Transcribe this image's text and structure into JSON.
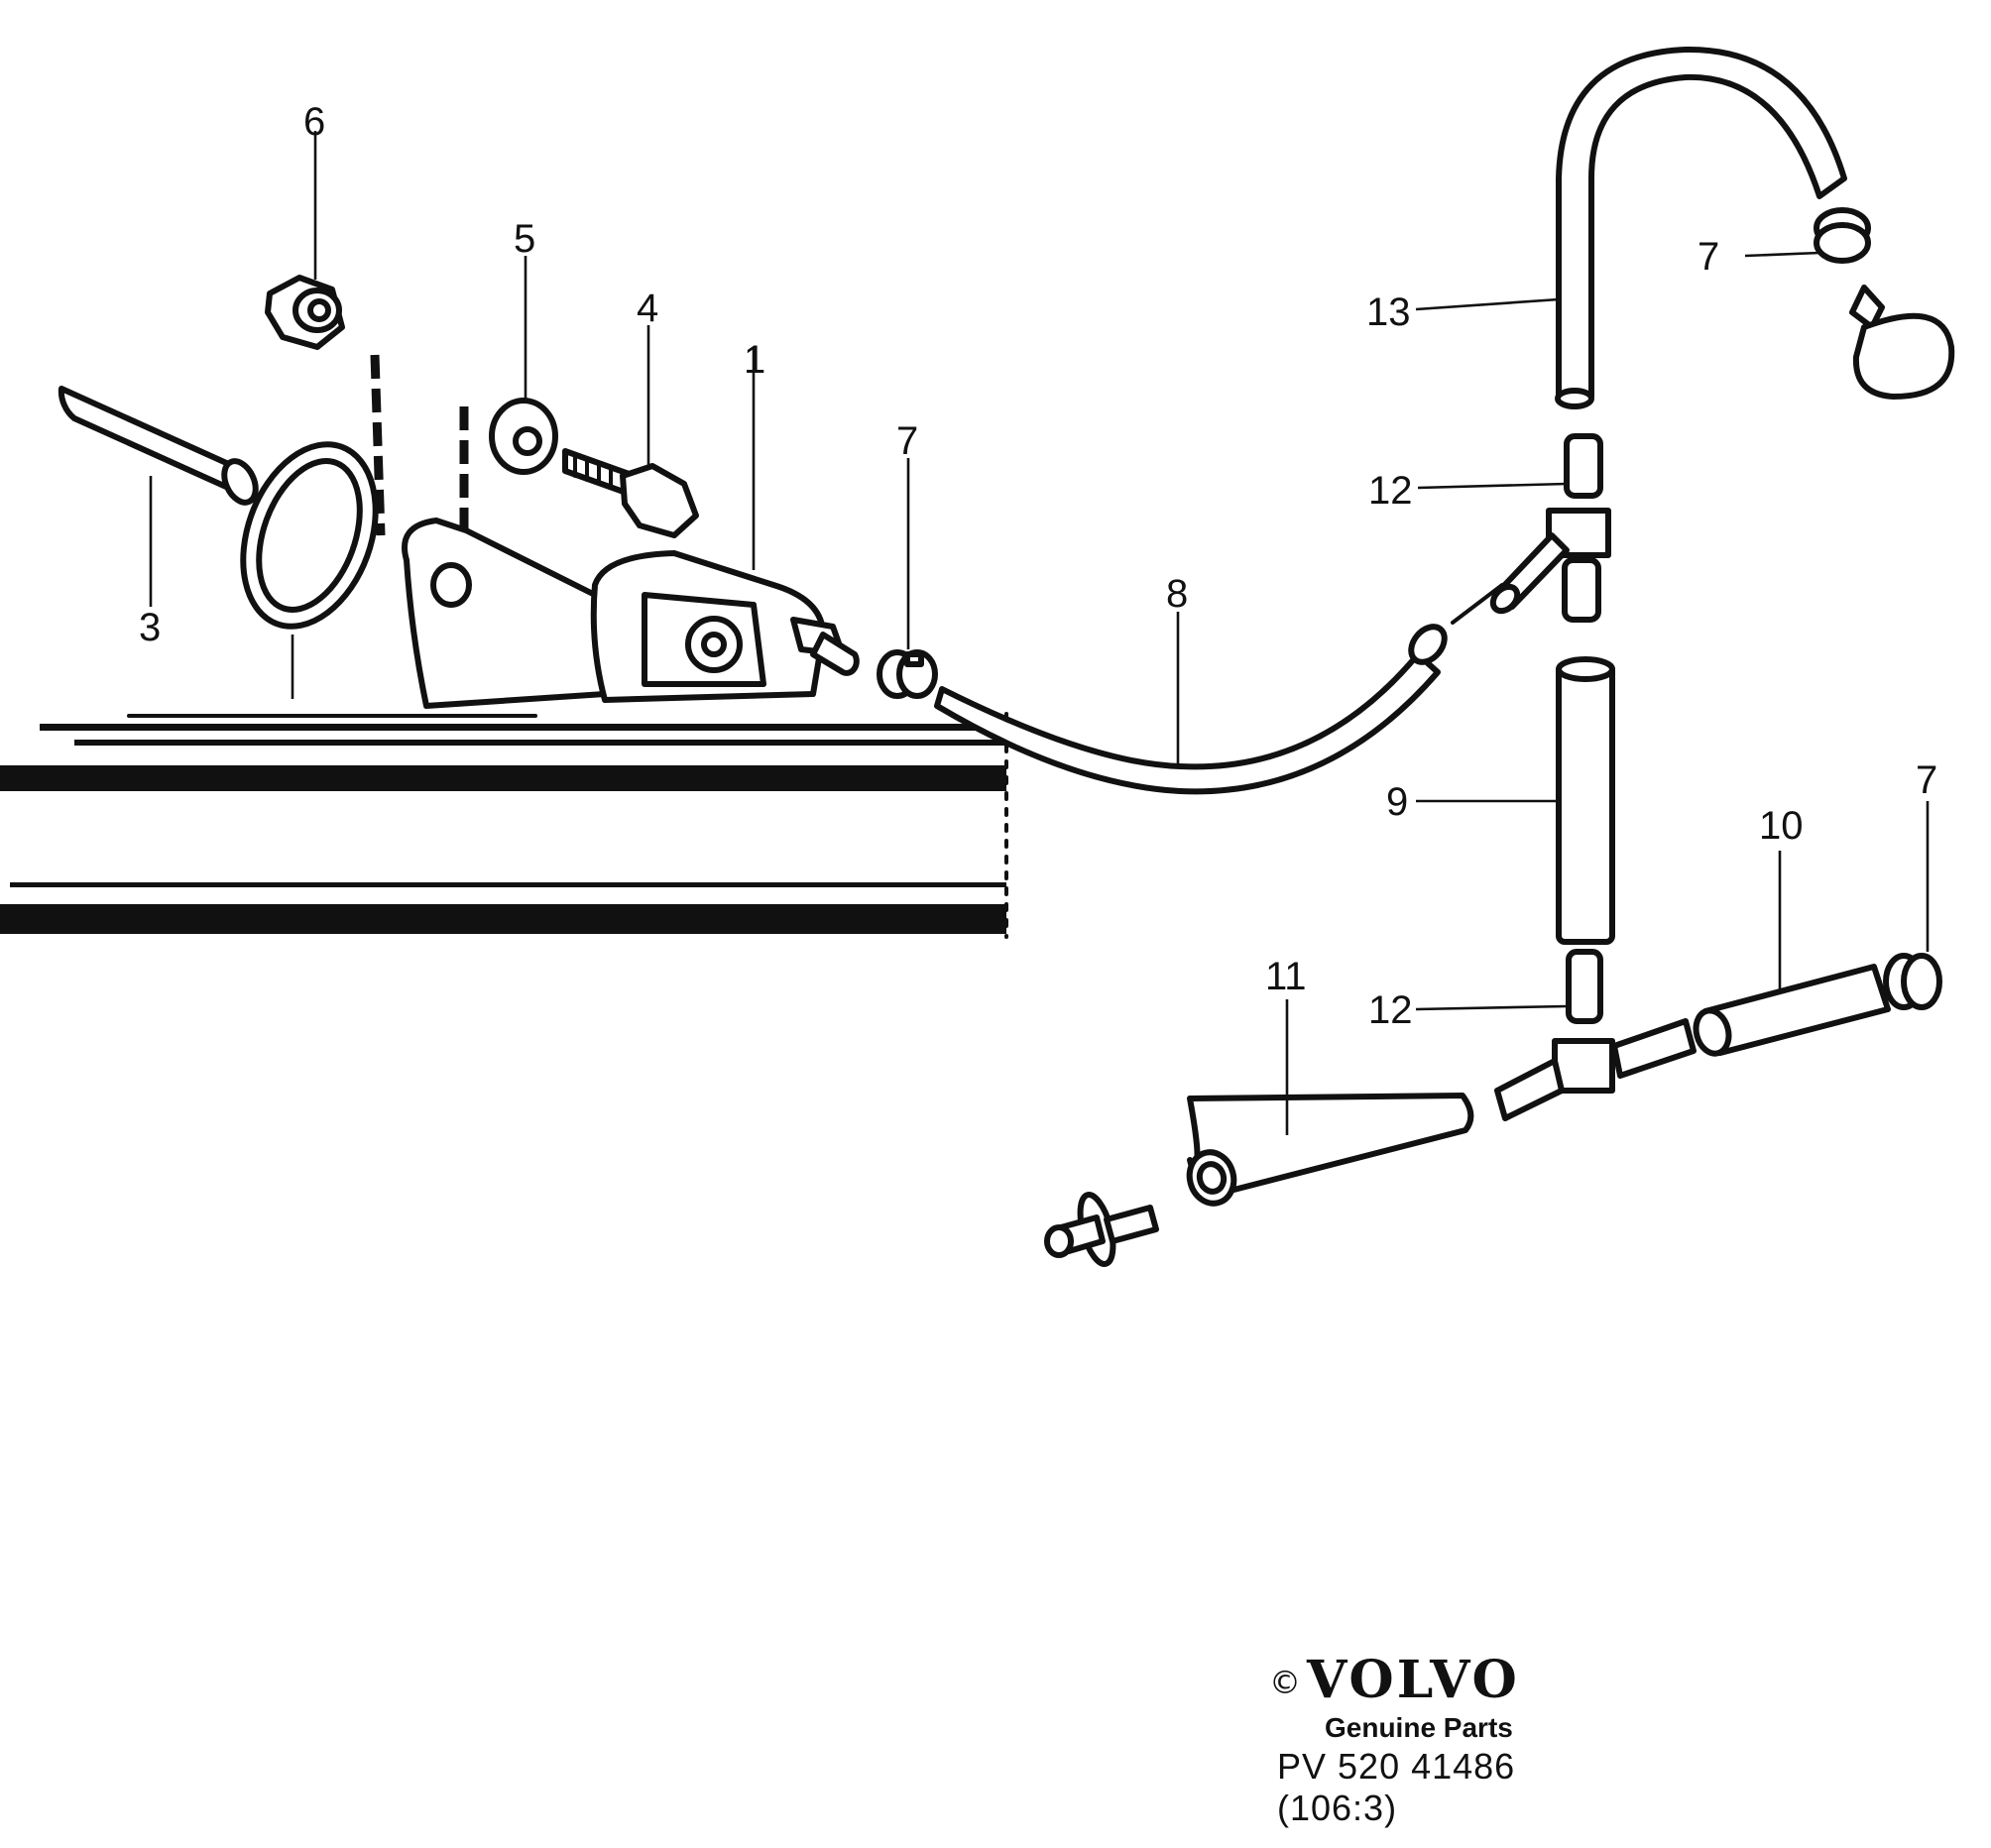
{
  "callouts": [
    {
      "id": "c6",
      "text": "6"
    },
    {
      "id": "c5",
      "text": "5"
    },
    {
      "id": "c4",
      "text": "4"
    },
    {
      "id": "c1",
      "text": "1"
    },
    {
      "id": "c3",
      "text": "3"
    },
    {
      "id": "c7a",
      "text": "7"
    },
    {
      "id": "c8",
      "text": "8"
    },
    {
      "id": "c13",
      "text": "13"
    },
    {
      "id": "c7b",
      "text": "7"
    },
    {
      "id": "c12a",
      "text": "12"
    },
    {
      "id": "c9",
      "text": "9"
    },
    {
      "id": "c10",
      "text": "10"
    },
    {
      "id": "c7c",
      "text": "7"
    },
    {
      "id": "c11",
      "text": "11"
    },
    {
      "id": "c12b",
      "text": "12"
    }
  ],
  "branding": {
    "copyright_symbol": "©",
    "logo": "VOLVO",
    "subtitle": "Genuine Parts",
    "reference": "PV 520  41486",
    "page": "(106:3)"
  }
}
